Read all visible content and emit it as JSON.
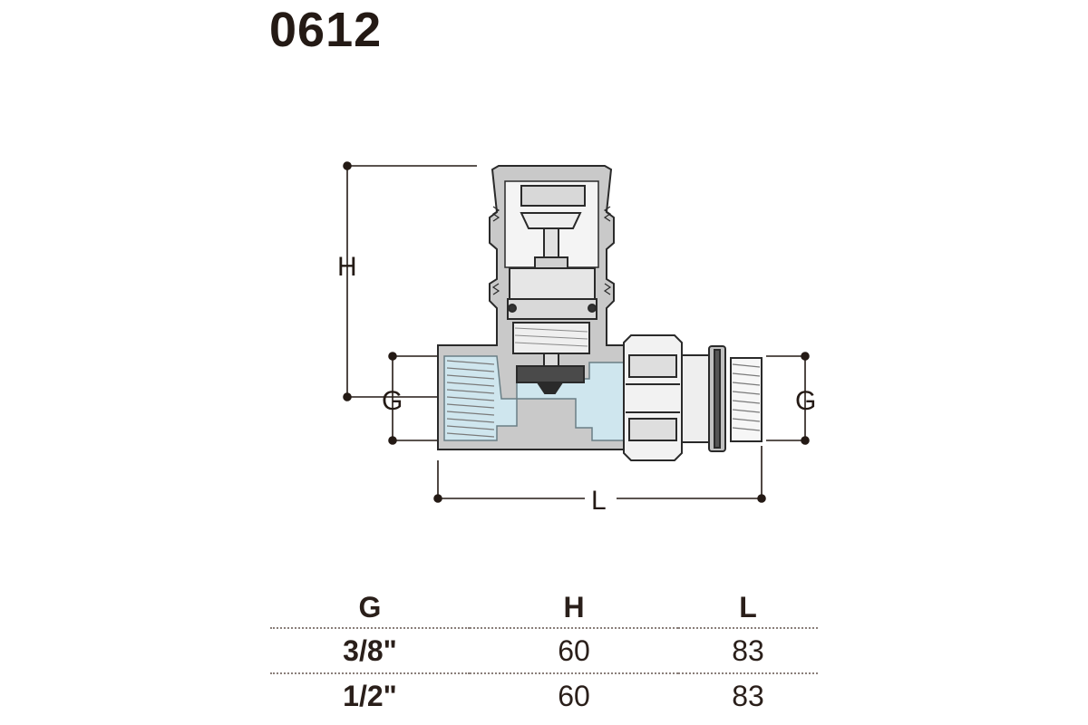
{
  "product": {
    "code": "0612"
  },
  "diagram": {
    "labels": {
      "height": "H",
      "thread_left": "G",
      "thread_right": "G",
      "length": "L"
    },
    "colors": {
      "body": "#c9c9c9",
      "water": "#cfe6ee",
      "outline": "#2a2a2a",
      "seal": "#4a4a4a"
    }
  },
  "table": {
    "headers": [
      "G",
      "H",
      "L"
    ],
    "rows": [
      {
        "g": "3/8\"",
        "h": "60",
        "l": "83"
      },
      {
        "g": "1/2\"",
        "h": "60",
        "l": "83"
      }
    ]
  }
}
